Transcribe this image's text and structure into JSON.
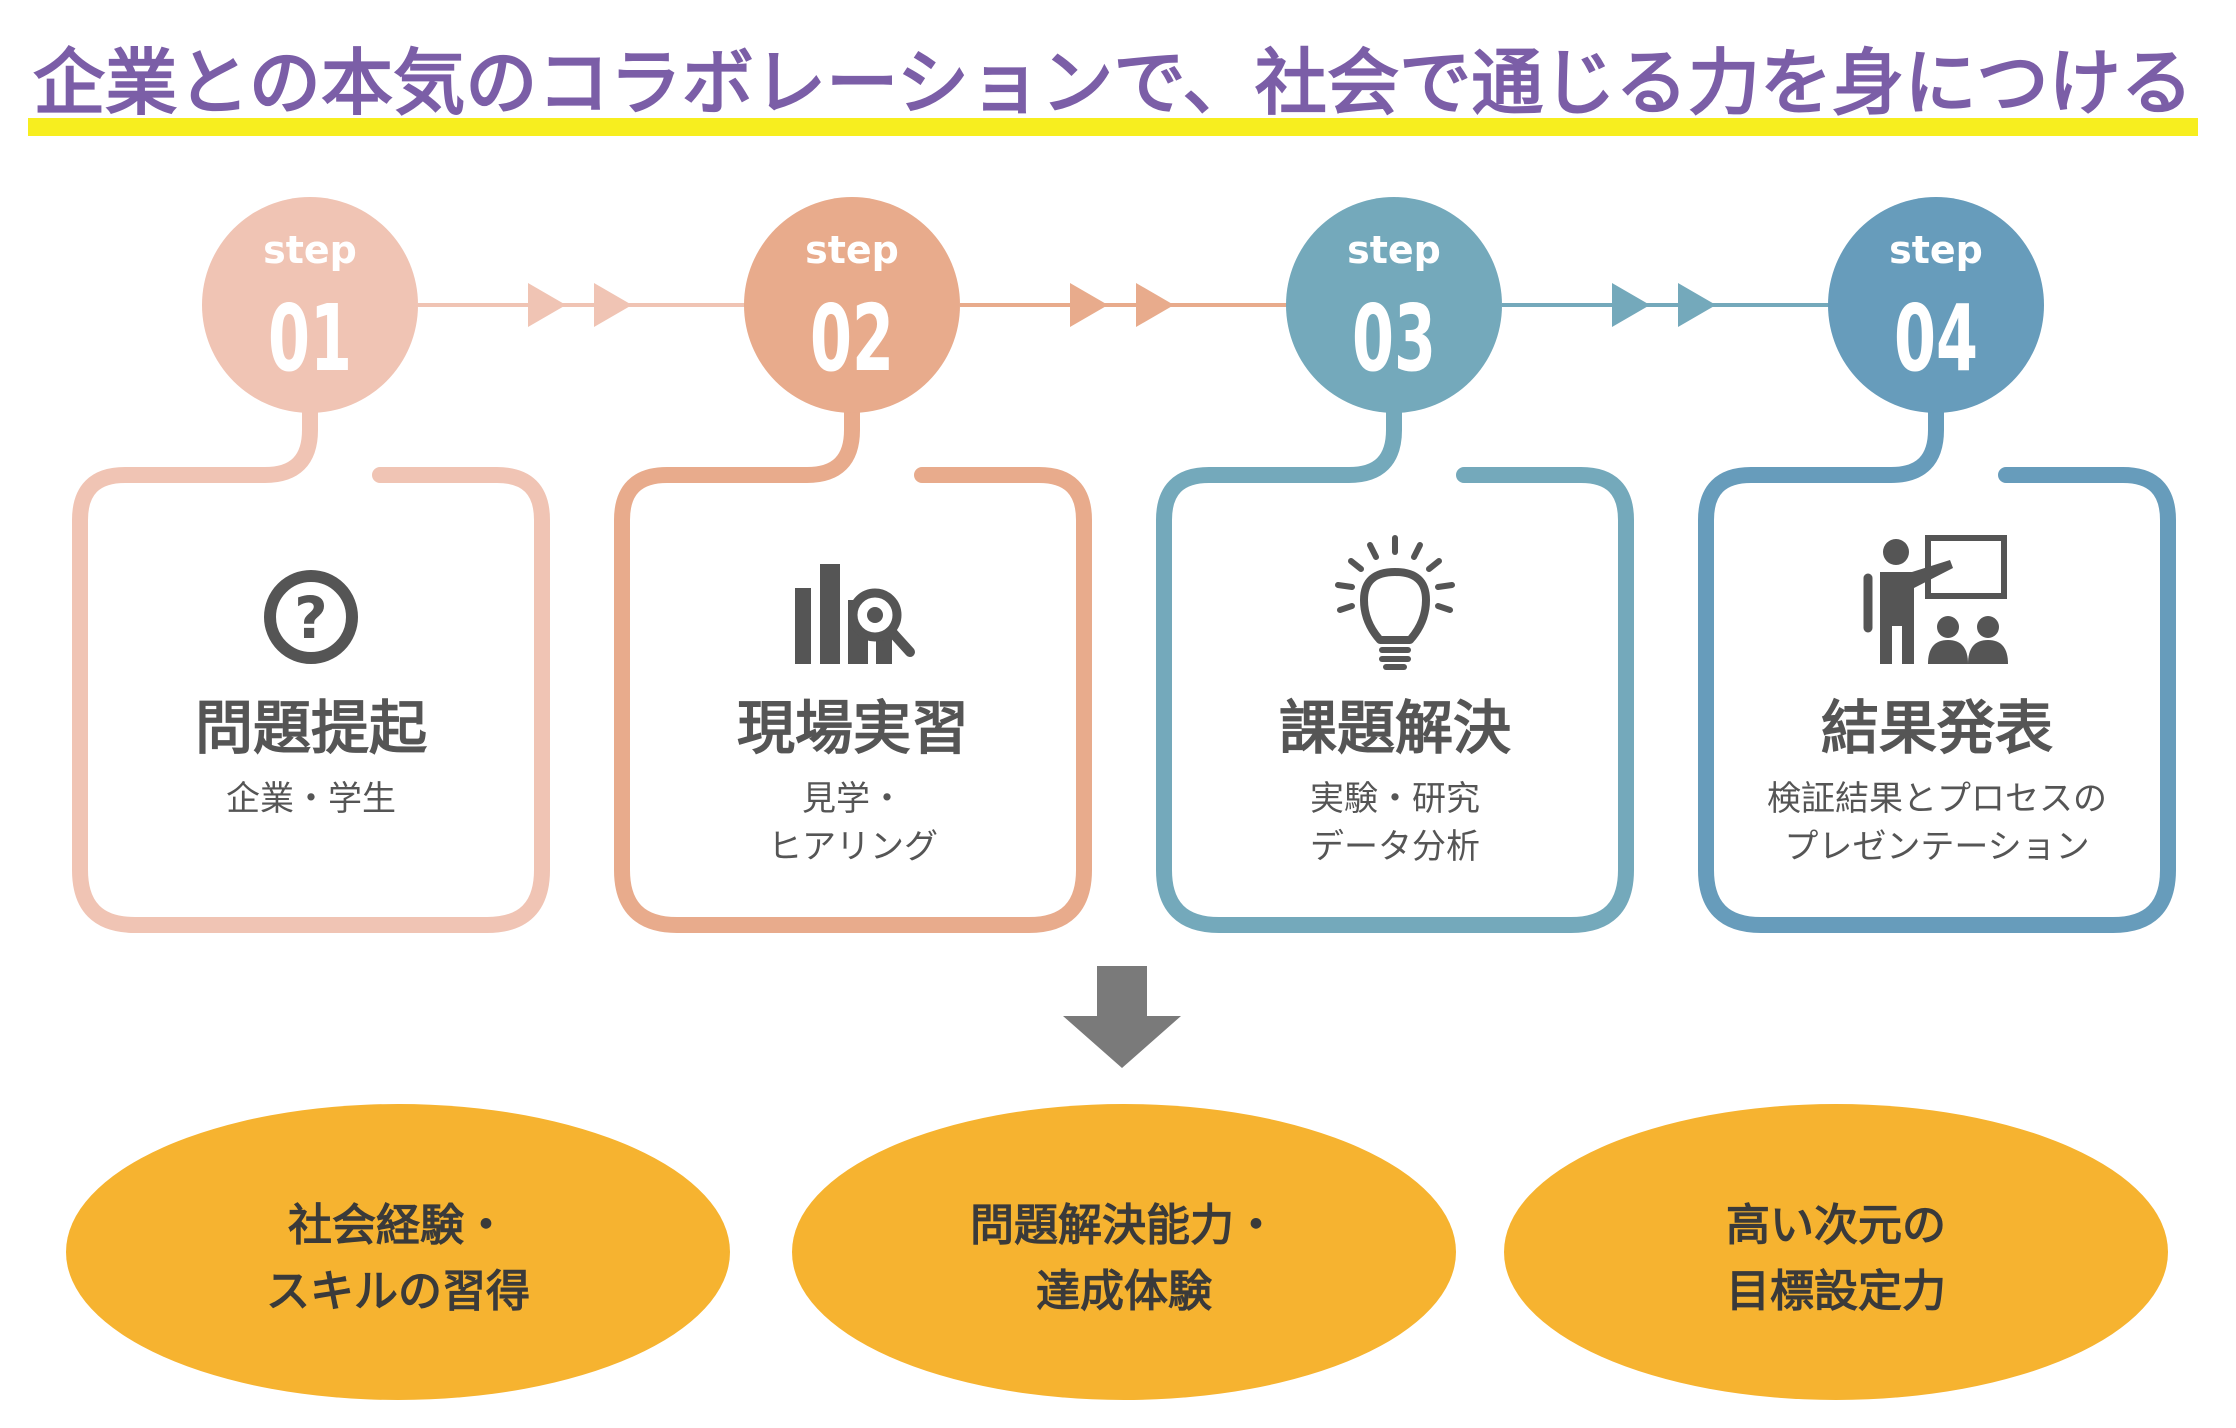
{
  "title": "企業との本気のコラボレーションで、社会で通じる力を身につける",
  "colors": {
    "title_text": "#7b5ea7",
    "title_underline": "#f7ee1f",
    "arrow_down": "#7a7a7a",
    "oval_fill": "#f6b330",
    "icon_gray": "#555555"
  },
  "steps": [
    {
      "step_label": "step",
      "number": "01",
      "color": "#f0c4b4",
      "icon": "question-icon",
      "title": "問題提起",
      "desc": [
        "企業・学生"
      ]
    },
    {
      "step_label": "step",
      "number": "02",
      "color": "#e8ab8c",
      "icon": "bar-chart-search-icon",
      "title": "現場実習",
      "desc": [
        "見学・",
        "ヒアリング"
      ]
    },
    {
      "step_label": "step",
      "number": "03",
      "color": "#74a9bb",
      "icon": "lightbulb-icon",
      "title": "課題解決",
      "desc": [
        "実験・研究",
        "データ分析"
      ]
    },
    {
      "step_label": "step",
      "number": "04",
      "color": "#679cbb",
      "icon": "presentation-icon",
      "title": "結果発表",
      "desc": [
        "検証結果とプロセスの",
        "プレゼンテーション"
      ]
    }
  ],
  "outcomes": [
    {
      "lines": [
        "社会経験・",
        "スキルの習得"
      ]
    },
    {
      "lines": [
        "問題解決能力・",
        "達成体験"
      ]
    },
    {
      "lines": [
        "高い次元の",
        "目標設定力"
      ]
    }
  ]
}
